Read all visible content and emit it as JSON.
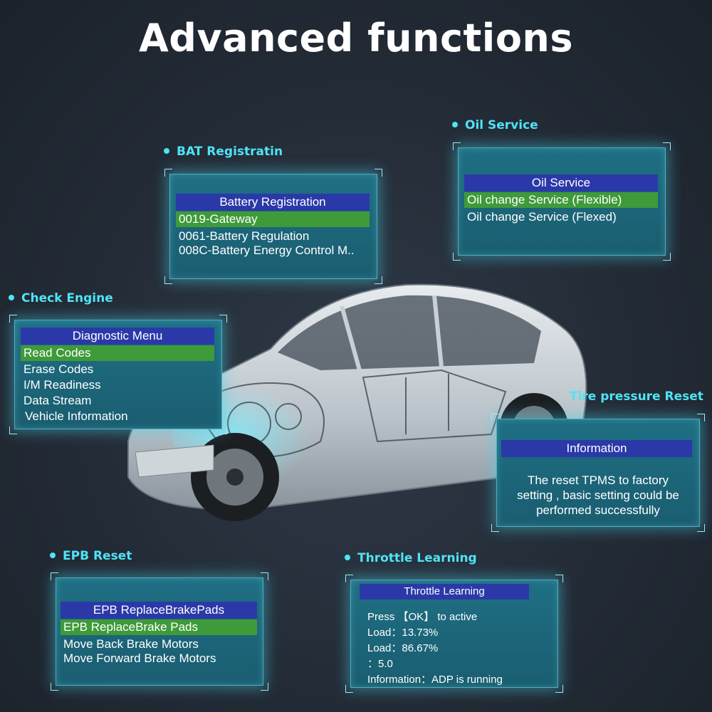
{
  "title": "Advanced functions",
  "bat": {
    "label": "BAT Registratin",
    "header": "Battery Registration",
    "selected": "0019-Gateway",
    "items": [
      "0061-Battery Regulation",
      "008C-Battery Energy Control M.."
    ]
  },
  "oil": {
    "label": "Oil Service",
    "header": "Oil Service",
    "selected": "Oil change Service (Flexible)",
    "items": [
      "Oil change Service (Flexed)"
    ]
  },
  "engine": {
    "label": "Check Engine",
    "header": "Diagnostic Menu",
    "selected": "Read Codes",
    "items": [
      "Erase Codes",
      "I/M Readiness",
      "Data Stream",
      "Vehicle Information"
    ]
  },
  "tire": {
    "label": "Tire pressure Reset",
    "header": "Information",
    "lines": [
      "The reset TPMS to factory",
      "setting , basic setting could be",
      "performed successfully"
    ]
  },
  "epb": {
    "label": "EPB Reset",
    "header": "EPB ReplaceBrakePads",
    "selected": "EPB  ReplaceBrake Pads",
    "items": [
      "Move Back Brake Motors",
      "Move Forward Brake Motors"
    ]
  },
  "throttle": {
    "label": "Throttle Learning",
    "header": "Throttle Learning",
    "lines": [
      "Press 【OK】 to active",
      "Load：13.73%",
      "Load：86.67%",
      "：5.0",
      "Information：ADP is running"
    ]
  },
  "colors": {
    "accent": "#4fe3f5",
    "header": "#2b39a8",
    "selected": "#3f9a3a",
    "panel": "#1f6f84"
  }
}
